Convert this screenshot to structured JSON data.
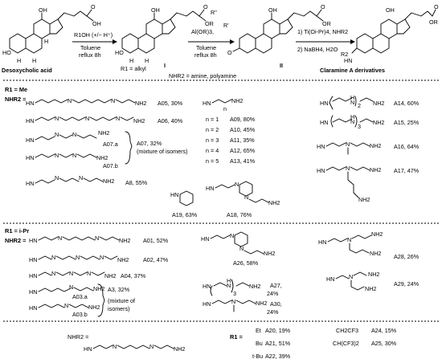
{
  "scheme": {
    "start_name": "Desoxycholic acid",
    "OH": "OH",
    "HO": "HO",
    "H": "H",
    "O": "O",
    "OR1": "OR",
    "sub1": "1",
    "label_I": "I",
    "label_II": "II",
    "step1_reagent": "R1OH (+/− H⁺)",
    "step1_solvent": "Toluene",
    "step1_cond": "reflux 8h",
    "step1_note": "R1 = alkyl",
    "step2_reagent": "Al(OR)3,",
    "step2_solvent": "Toluene",
    "step2_cond": "reflux 8h",
    "step2_note": "NHR2 = amine, polyamine",
    "step2_ketone": "R\"",
    "step2_ketone2": "R'",
    "step3_a": "1) Ti(Oi-Pr)4, NHR2",
    "step3_b": "2) NaBH4, H2O",
    "product_name": "Claramine A derivatives",
    "product_HN": "HN",
    "product_R2": "R2"
  },
  "section1": {
    "r1_label": "R1 = Me",
    "nhr2_label": "NHR2 =",
    "items": [
      {
        "id": "A05",
        "yield": "A05, 30%"
      },
      {
        "id": "A06",
        "yield": "A06, 40%"
      },
      {
        "id": "A07",
        "yield": "A07, 32%",
        "note": "(mixture of isomers)",
        "a": "A07.a",
        "b": "A07.b"
      },
      {
        "id": "A8",
        "yield": "A8, 55%"
      },
      {
        "id": "A19",
        "yield": "A19, 63%"
      },
      {
        "id": "A18",
        "yield": "A18, 76%"
      },
      {
        "id": "A14",
        "yield": "A14, 60%"
      },
      {
        "id": "A15",
        "yield": "A15, 25%"
      },
      {
        "id": "A16",
        "yield": "A16, 64%"
      },
      {
        "id": "A17",
        "yield": "A17, 47%"
      }
    ],
    "n_series": [
      {
        "n": "n = 1",
        "yield": "A09, 80%"
      },
      {
        "n": "n = 2",
        "yield": "A10, 45%"
      },
      {
        "n": "n = 3",
        "yield": "A11, 35%"
      },
      {
        "n": "n = 4",
        "yield": "A12, 65%"
      },
      {
        "n": "n = 5",
        "yield": "A13, 41%"
      }
    ]
  },
  "section2": {
    "r1_label": "R1 = i-Pr",
    "nhr2_label": "NHR2 =",
    "items": [
      {
        "id": "A01",
        "yield": "A01, 52%"
      },
      {
        "id": "A02",
        "yield": "A02, 47%"
      },
      {
        "id": "A04",
        "yield": "A04, 37%"
      },
      {
        "id": "A03",
        "yield": "A3, 32%",
        "note1": "(mixture of",
        "note2": "isomers)",
        "a": "A03.a",
        "b": "A03.b"
      },
      {
        "id": "A26",
        "yield": "A26, 58%"
      },
      {
        "id": "A27",
        "yield": "A27,",
        "pct": "24%"
      },
      {
        "id": "A30",
        "yield": "A30,",
        "pct": "24%"
      },
      {
        "id": "A28",
        "yield": "A28, 26%"
      },
      {
        "id": "A29",
        "yield": "A29, 24%"
      }
    ]
  },
  "section3": {
    "nhr2_label": "NHR2 =",
    "r1_label": "R1 =",
    "list_left": [
      {
        "r": "Et",
        "yield": "A20, 19%"
      },
      {
        "r": "Bu",
        "yield": "A21, 51%"
      },
      {
        "r": "t-Bu",
        "yield": "A22, 39%"
      }
    ],
    "list_right": [
      {
        "r": "CH2CF3",
        "yield": "A24, 15%"
      },
      {
        "r": "CH(CF3)2",
        "yield": "A25, 30%"
      }
    ]
  },
  "atoms": {
    "HN": "HN",
    "H": "H",
    "N": "N",
    "NH": "NH",
    "NH2": "NH2",
    "n": "n",
    "two": "2",
    "three": "3"
  }
}
